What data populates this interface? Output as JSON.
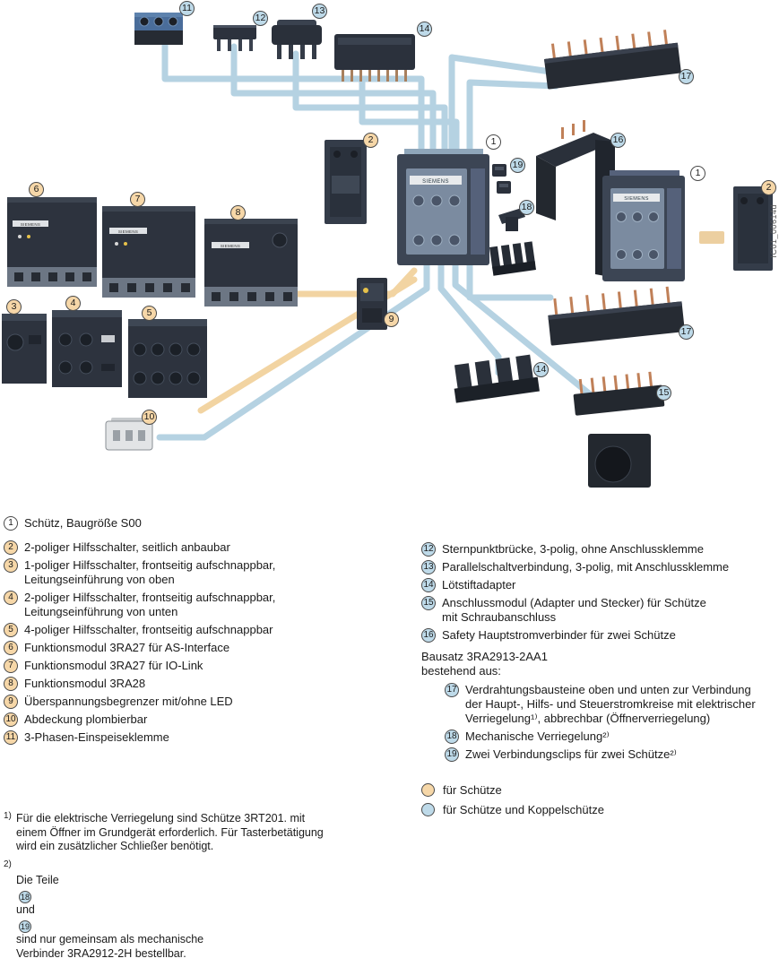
{
  "diagram": {
    "brand": "SIEMENS",
    "side_label": "IC01_00614d",
    "colors": {
      "contactor_accent_orange": "#f6d7a8",
      "coupling_accent_blue": "#bedae9",
      "wire_blue": "#b5d2e2",
      "wire_orange": "#f2d4a2"
    },
    "callouts": [
      {
        "n": "11",
        "color": "blue"
      },
      {
        "n": "12",
        "color": "blue"
      },
      {
        "n": "13",
        "color": "blue"
      },
      {
        "n": "14",
        "color": "blue"
      },
      {
        "n": "17",
        "color": "blue"
      },
      {
        "n": "2",
        "color": "orange"
      },
      {
        "n": "1",
        "color": "plain"
      },
      {
        "n": "19",
        "color": "blue"
      },
      {
        "n": "16",
        "color": "blue"
      },
      {
        "n": "18",
        "color": "blue"
      },
      {
        "n": "1",
        "color": "plain"
      },
      {
        "n": "2",
        "color": "orange"
      },
      {
        "n": "6",
        "color": "orange"
      },
      {
        "n": "7",
        "color": "orange"
      },
      {
        "n": "8",
        "color": "orange"
      },
      {
        "n": "3",
        "color": "orange"
      },
      {
        "n": "4",
        "color": "orange"
      },
      {
        "n": "5",
        "color": "orange"
      },
      {
        "n": "9",
        "color": "orange"
      },
      {
        "n": "17",
        "color": "blue"
      },
      {
        "n": "14",
        "color": "blue"
      },
      {
        "n": "15",
        "color": "blue"
      },
      {
        "n": "10",
        "color": "orange"
      }
    ]
  },
  "legend_left": [
    {
      "n": "1",
      "text": "Schütz, Baugröße S00"
    },
    {
      "n": "2",
      "text": "2-poliger Hilfsschalter, seitlich anbaubar"
    },
    {
      "n": "3",
      "text": "1-poliger Hilfsschalter, frontseitig aufschnappbar,\nLeitungseinführung von oben"
    },
    {
      "n": "4",
      "text": "2-poliger Hilfsschalter, frontseitig aufschnappbar,\nLeitungseinführung von unten"
    },
    {
      "n": "5",
      "text": "4-poliger Hilfsschalter, frontseitig aufschnappbar"
    },
    {
      "n": "6",
      "text": "Funktionsmodul 3RA27 für AS-Interface"
    },
    {
      "n": "7",
      "text": "Funktionsmodul 3RA27 für IO-Link"
    },
    {
      "n": "8",
      "text": "Funktionsmodul 3RA28"
    },
    {
      "n": "9",
      "text": "Überspannungsbegrenzer mit/ohne LED"
    },
    {
      "n": "10",
      "text": "Abdeckung plombierbar"
    },
    {
      "n": "11",
      "text": "3-Phasen-Einspeiseklemme"
    }
  ],
  "legend_right": [
    {
      "n": "12",
      "text": "Sternpunktbrücke, 3-polig, ohne Anschlussklemme"
    },
    {
      "n": "13",
      "text": "Parallelschaltverbindung, 3-polig, mit Anschlussklemme"
    },
    {
      "n": "14",
      "text": "Lötstiftadapter"
    },
    {
      "n": "15",
      "text": "Anschlussmodul (Adapter und Stecker) für Schütze\nmit Schraubanschluss"
    },
    {
      "n": "16",
      "text": "Safety Hauptstromverbinder für zwei Schütze"
    }
  ],
  "bausatz": {
    "header": "Bausatz 3RA2913-2AA1\nbestehend aus:",
    "items": [
      {
        "n": "17",
        "text": "Verdrahtungsbausteine oben und unten zur Verbindung\nder Haupt-, Hilfs- und Steuerstromkreise mit elektrischer\nVerriegelung¹⁾, abbrechbar (Öffnerverriegelung)"
      },
      {
        "n": "18",
        "text": "Mechanische Verriegelung²⁾"
      },
      {
        "n": "19",
        "text": "Zwei Verbindungsclips für zwei Schütze²⁾"
      }
    ]
  },
  "color_legend": [
    {
      "text": "für Schütze"
    },
    {
      "text": "für Schütze und Koppelschütze"
    }
  ],
  "footnotes": {
    "f1": {
      "marker": "1)",
      "text": "Für die elektrische Verriegelung sind Schütze 3RT201. mit\neinem Öffner im Grundgerät erforderlich. Für Tasterbetätigung\nwird ein zusätzlicher Schließer benötigt."
    },
    "f2": {
      "marker": "2)",
      "part1": "Die Teile",
      "ref1": "18",
      "part2": "und",
      "ref2": "19",
      "part3": "sind nur gemeinsam als mechanische\nVerbinder 3RA2912-2H bestellbar."
    }
  }
}
